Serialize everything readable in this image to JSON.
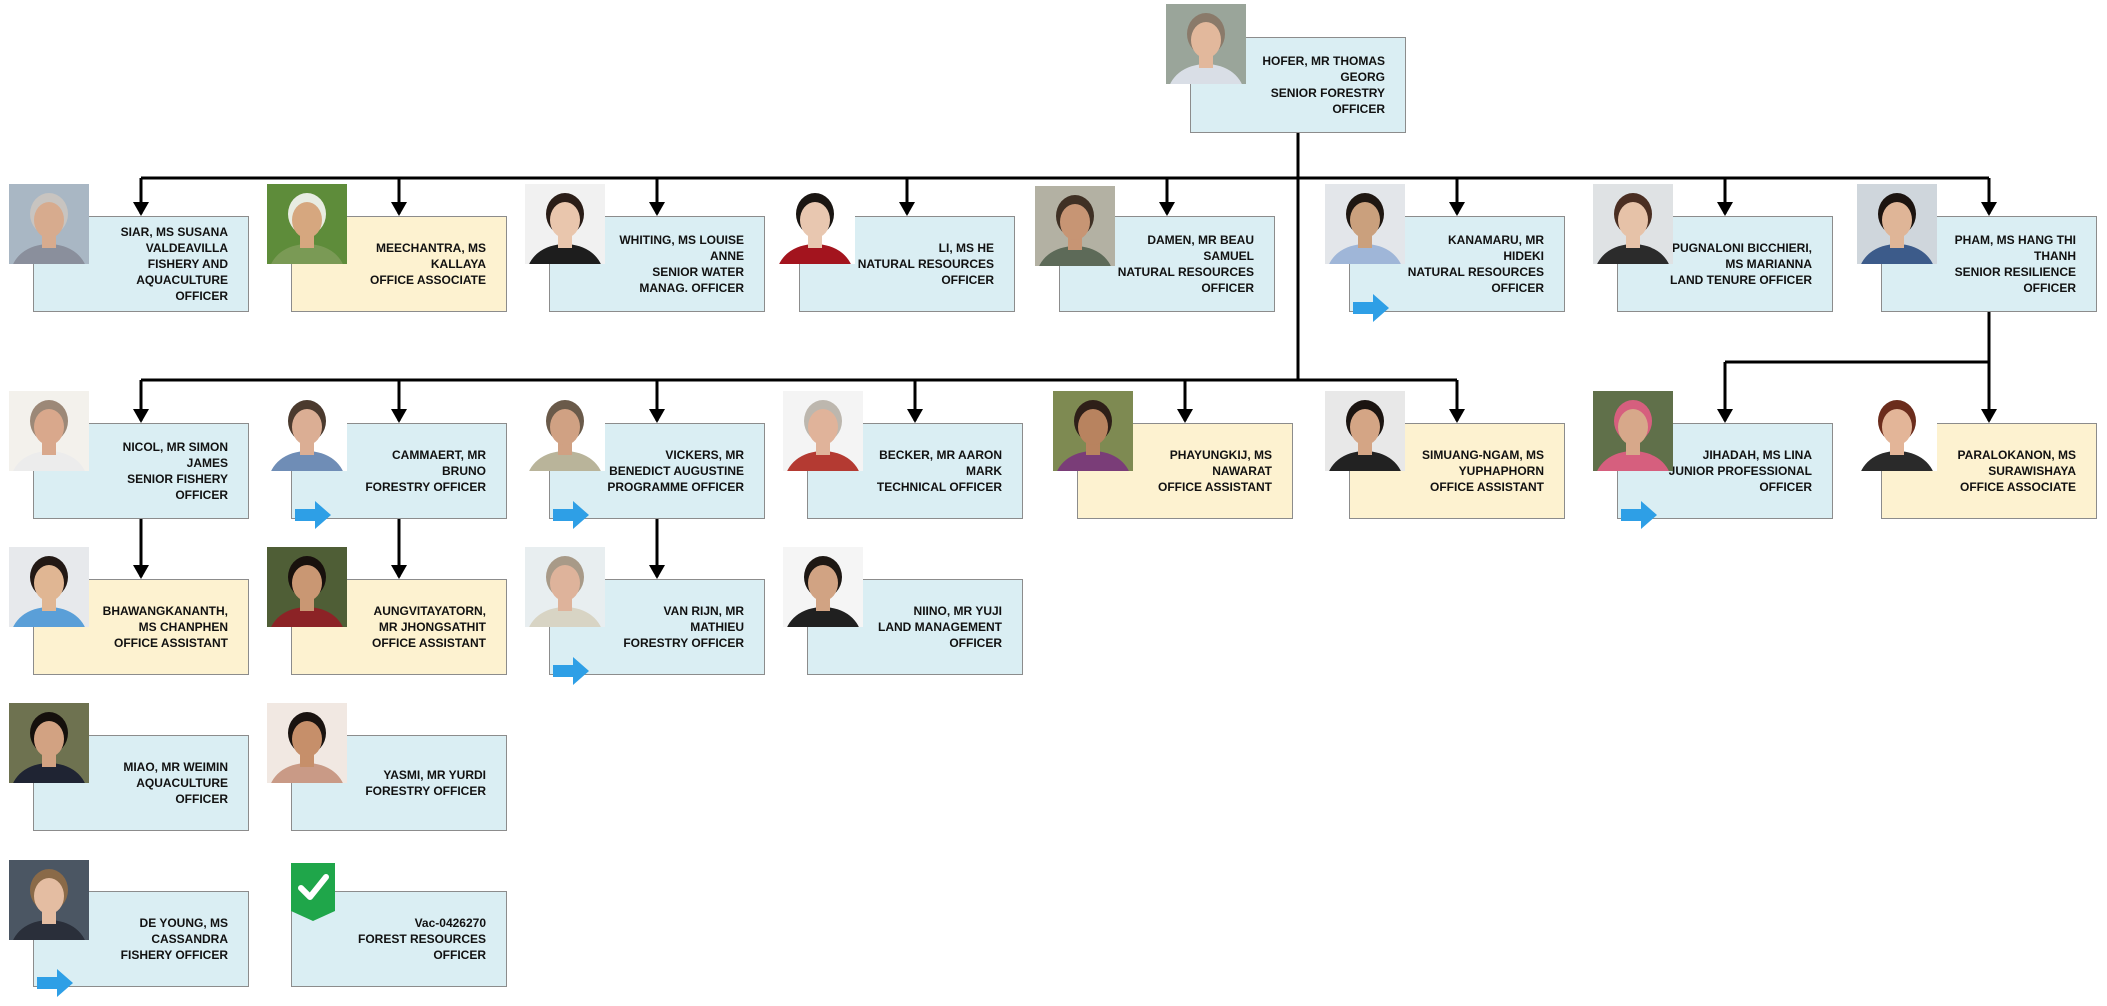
{
  "colors": {
    "card_staff": "#daeef3",
    "card_admin": "#fdf2d0",
    "border": "#8c8c8c",
    "connector": "#000000",
    "arrow_accent": "#2e9fe6",
    "check_accent": "#1fa64a"
  },
  "nodes": [
    {
      "id": "hofer",
      "lines": [
        "HOFER, MR THOMAS",
        "GEORG",
        "SENIOR FORESTRY",
        "OFFICER"
      ],
      "style": "blue",
      "photo": {
        "skin": "#e2b89c",
        "hair": "#8a7a6a",
        "shirt": "#d9dee6",
        "bg": "#9aa59a"
      },
      "badge": null
    },
    {
      "id": "siar",
      "lines": [
        "SIAR, MS SUSANA",
        "VALDEAVILLA",
        "FISHERY AND",
        "AQUACULTURE",
        "OFFICER"
      ],
      "style": "blue",
      "photo": {
        "skin": "#d7ab8e",
        "hair": "#c8c4c0",
        "shirt": "#8a8f9c",
        "bg": "#a9b7c4"
      },
      "badge": null
    },
    {
      "id": "meechantra",
      "lines": [
        "MEECHANTRA, MS",
        "KALLAYA",
        "OFFICE ASSOCIATE"
      ],
      "style": "yellow",
      "photo": {
        "skin": "#d6a77f",
        "hair": "#e8ece2",
        "shirt": "#7a9a55",
        "bg": "#5e8c3a"
      },
      "badge": null
    },
    {
      "id": "whiting",
      "lines": [
        "WHITING, MS LOUISE",
        "ANNE",
        "SENIOR WATER",
        "MANAG. OFFICER"
      ],
      "style": "blue",
      "photo": {
        "skin": "#e9c6ad",
        "hair": "#2a1d17",
        "shirt": "#1d1d1d",
        "bg": "#f1f1f1"
      },
      "badge": null
    },
    {
      "id": "li",
      "lines": [
        "LI, MS HE",
        "NATURAL RESOURCES",
        "OFFICER"
      ],
      "style": "blue",
      "photo": {
        "skin": "#e8c7b0",
        "hair": "#1a1512",
        "shirt": "#a3141e",
        "bg": "#ffffff"
      },
      "badge": null
    },
    {
      "id": "damen",
      "lines": [
        "DAMEN, MR BEAU",
        "SAMUEL",
        "NATURAL RESOURCES",
        "OFFICER"
      ],
      "style": "blue",
      "photo": {
        "skin": "#c79574",
        "hair": "#3f3024",
        "shirt": "#5d6a58",
        "bg": "#b3b1a3"
      },
      "badge": null
    },
    {
      "id": "kanamaru",
      "lines": [
        "KANAMARU, MR",
        "HIDEKI",
        "NATURAL RESOURCES",
        "OFFICER"
      ],
      "style": "blue",
      "photo": {
        "skin": "#caa07d",
        "hair": "#1f1712",
        "shirt": "#9fb6d8",
        "bg": "#e3e6ea"
      },
      "badge": "arrow"
    },
    {
      "id": "pugnaloni",
      "lines": [
        "PUGNALONI BICCHIERI,",
        "MS MARIANNA",
        "LAND TENURE OFFICER"
      ],
      "style": "blue",
      "photo": {
        "skin": "#e6c2a8",
        "hair": "#4a2e22",
        "shirt": "#2b2b2b",
        "bg": "#dfe2e4"
      },
      "badge": null
    },
    {
      "id": "pham",
      "lines": [
        "PHAM, MS HANG THI",
        "THANH",
        "SENIOR RESILIENCE",
        "OFFICER"
      ],
      "style": "blue",
      "photo": {
        "skin": "#dfb597",
        "hair": "#1c1410",
        "shirt": "#3c5b8a",
        "bg": "#cfd6dc"
      },
      "badge": null
    },
    {
      "id": "nicol",
      "lines": [
        "NICOL, MR SIMON",
        "JAMES",
        "SENIOR FISHERY",
        "OFFICER"
      ],
      "style": "blue",
      "photo": {
        "skin": "#d9a88c",
        "hair": "#9c8877",
        "shirt": "#ececec",
        "bg": "#f3f1ec"
      },
      "badge": null
    },
    {
      "id": "cammaert",
      "lines": [
        "CAMMAERT, MR",
        "BRUNO",
        "FORESTRY OFFICER"
      ],
      "style": "blue",
      "photo": {
        "skin": "#dbae94",
        "hair": "#4b3a2e",
        "shirt": "#6f8db6",
        "bg": "#ffffff"
      },
      "badge": "arrow"
    },
    {
      "id": "vickers",
      "lines": [
        "VICKERS, MR",
        "BENEDICT AUGUSTINE",
        "PROGRAMME OFFICER"
      ],
      "style": "blue",
      "photo": {
        "skin": "#d0a183",
        "hair": "#6a5a4a",
        "shirt": "#b9b49a",
        "bg": "#ffffff"
      },
      "badge": "arrow"
    },
    {
      "id": "becker",
      "lines": [
        "BECKER, MR AARON",
        "MARK",
        "TECHNICAL OFFICER"
      ],
      "style": "blue",
      "photo": {
        "skin": "#e0b39a",
        "hair": "#bdb7ae",
        "shirt": "#b43a32",
        "bg": "#f4f4f4"
      },
      "badge": null
    },
    {
      "id": "phayungkij",
      "lines": [
        "PHAYUNGKIJ, MS",
        "NAWARAT",
        "OFFICE ASSISTANT"
      ],
      "style": "yellow",
      "photo": {
        "skin": "#b8835f",
        "hair": "#2e1f18",
        "shirt": "#7a3d78",
        "bg": "#7e8a52"
      },
      "badge": null
    },
    {
      "id": "simuang",
      "lines": [
        "SIMUANG-NGAM, MS",
        "YUPHAPHORN",
        "OFFICE ASSISTANT"
      ],
      "style": "yellow",
      "photo": {
        "skin": "#d4a585",
        "hair": "#1b1411",
        "shirt": "#222222",
        "bg": "#e8e8e8"
      },
      "badge": null
    },
    {
      "id": "jihadah",
      "lines": [
        "JIHADAH, MS LINA",
        "JUNIOR PROFESSIONAL",
        "OFFICER"
      ],
      "style": "blue",
      "photo": {
        "skin": "#d7a88a",
        "hair": "#d65f7e",
        "shirt": "#d65f7e",
        "bg": "#60704a"
      },
      "badge": "arrow"
    },
    {
      "id": "paralokanon",
      "lines": [
        "PARALOKANON, MS",
        "SURAWISHAYA",
        "OFFICE ASSOCIATE"
      ],
      "style": "yellow",
      "photo": {
        "skin": "#e3b598",
        "hair": "#6b2c1c",
        "shirt": "#2a2a2a",
        "bg": "#ffffff"
      },
      "badge": null
    },
    {
      "id": "bhawang",
      "lines": [
        "BHAWANGKANANTH,",
        "MS CHANPHEN",
        "OFFICE ASSISTANT"
      ],
      "style": "yellow",
      "photo": {
        "skin": "#e0b693",
        "hair": "#231915",
        "shirt": "#5a9fd8",
        "bg": "#e7e9ec"
      },
      "badge": null
    },
    {
      "id": "aungvitaya",
      "lines": [
        "AUNGVITAYATORN,",
        "MR JHONGSATHIT",
        "OFFICE ASSISTANT"
      ],
      "style": "yellow",
      "photo": {
        "skin": "#c99773",
        "hair": "#18110d",
        "shirt": "#8c2326",
        "bg": "#4f5e36"
      },
      "badge": null
    },
    {
      "id": "vanrijn",
      "lines": [
        "VAN RIJN, MR",
        "MATHIEU",
        "FORESTRY OFFICER"
      ],
      "style": "blue",
      "photo": {
        "skin": "#deb39b",
        "hair": "#a89a88",
        "shirt": "#d8d4c4",
        "bg": "#e8eef0"
      },
      "badge": "arrow"
    },
    {
      "id": "niino",
      "lines": [
        "NIINO, MR YUJI",
        "LAND MANAGEMENT",
        "OFFICER"
      ],
      "style": "blue",
      "photo": {
        "skin": "#d1a383",
        "hair": "#1e1814",
        "shirt": "#202020",
        "bg": "#f5f5f5"
      },
      "badge": null
    },
    {
      "id": "miao",
      "lines": [
        "MIAO, MR WEIMIN",
        "AQUACULTURE",
        "OFFICER"
      ],
      "style": "blue",
      "photo": {
        "skin": "#d2a282",
        "hair": "#15100c",
        "shirt": "#1f2433",
        "bg": "#6e7250"
      },
      "badge": null
    },
    {
      "id": "yasmi",
      "lines": [
        "YASMI, MR YURDI",
        "FORESTRY OFFICER"
      ],
      "style": "blue",
      "photo": {
        "skin": "#c68f6a",
        "hair": "#1a1310",
        "shirt": "#c99a86",
        "bg": "#f1e8e2"
      },
      "badge": null
    },
    {
      "id": "deyoung",
      "lines": [
        "DE YOUNG, MS",
        "CASSANDRA",
        "FISHERY OFFICER"
      ],
      "style": "blue",
      "photo": {
        "skin": "#e4bda2",
        "hair": "#8a6a48",
        "shirt": "#2a2f3a",
        "bg": "#4b5663"
      },
      "badge": "arrow"
    },
    {
      "id": "vacancy",
      "lines": [
        "Vac-0426270",
        "FOREST RESOURCES",
        "OFFICER"
      ],
      "style": "blue",
      "photo": null,
      "badge": "check"
    }
  ]
}
